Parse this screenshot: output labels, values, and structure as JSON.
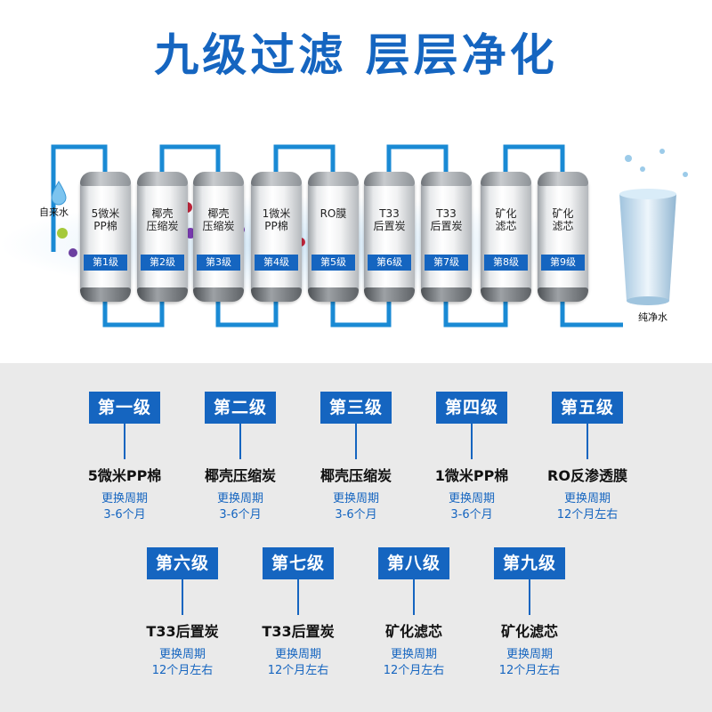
{
  "title": "九级过滤 层层净化",
  "diagram": {
    "inlet_label": "自来水",
    "outlet_label": "纯净水",
    "cartridges": [
      {
        "label": "5微米\nPP棉",
        "level": "第1级"
      },
      {
        "label": "椰壳\n压缩炭",
        "level": "第2级"
      },
      {
        "label": "椰壳\n压缩炭",
        "level": "第3级"
      },
      {
        "label": "1微米\nPP棉",
        "level": "第4级"
      },
      {
        "label": "RO膜",
        "level": "第5级"
      },
      {
        "label": "T33\n后置炭",
        "level": "第6级"
      },
      {
        "label": "T33\n后置炭",
        "level": "第7级"
      },
      {
        "label": "矿化\n滤芯",
        "level": "第8级"
      },
      {
        "label": "矿化\n滤芯",
        "level": "第9级"
      }
    ]
  },
  "stages": [
    {
      "badge": "第一级",
      "name": "5微米PP棉",
      "cycle_label": "更换周期",
      "cycle": "3-6个月"
    },
    {
      "badge": "第二级",
      "name": "椰壳压缩炭",
      "cycle_label": "更换周期",
      "cycle": "3-6个月"
    },
    {
      "badge": "第三级",
      "name": "椰壳压缩炭",
      "cycle_label": "更换周期",
      "cycle": "3-6个月"
    },
    {
      "badge": "第四级",
      "name": "1微米PP棉",
      "cycle_label": "更换周期",
      "cycle": "3-6个月"
    },
    {
      "badge": "第五级",
      "name": "RO反渗透膜",
      "cycle_label": "更换周期",
      "cycle": "12个月左右"
    },
    {
      "badge": "第六级",
      "name": "T33后置炭",
      "cycle_label": "更换周期",
      "cycle": "12个月左右"
    },
    {
      "badge": "第七级",
      "name": "T33后置炭",
      "cycle_label": "更换周期",
      "cycle": "12个月左右"
    },
    {
      "badge": "第八级",
      "name": "矿化滤芯",
      "cycle_label": "更换周期",
      "cycle": "12个月左右"
    },
    {
      "badge": "第九级",
      "name": "矿化滤芯",
      "cycle_label": "更换周期",
      "cycle": "12个月左右"
    }
  ],
  "colors": {
    "accent": "#1565c0",
    "bottom_bg": "#eaeaea"
  }
}
